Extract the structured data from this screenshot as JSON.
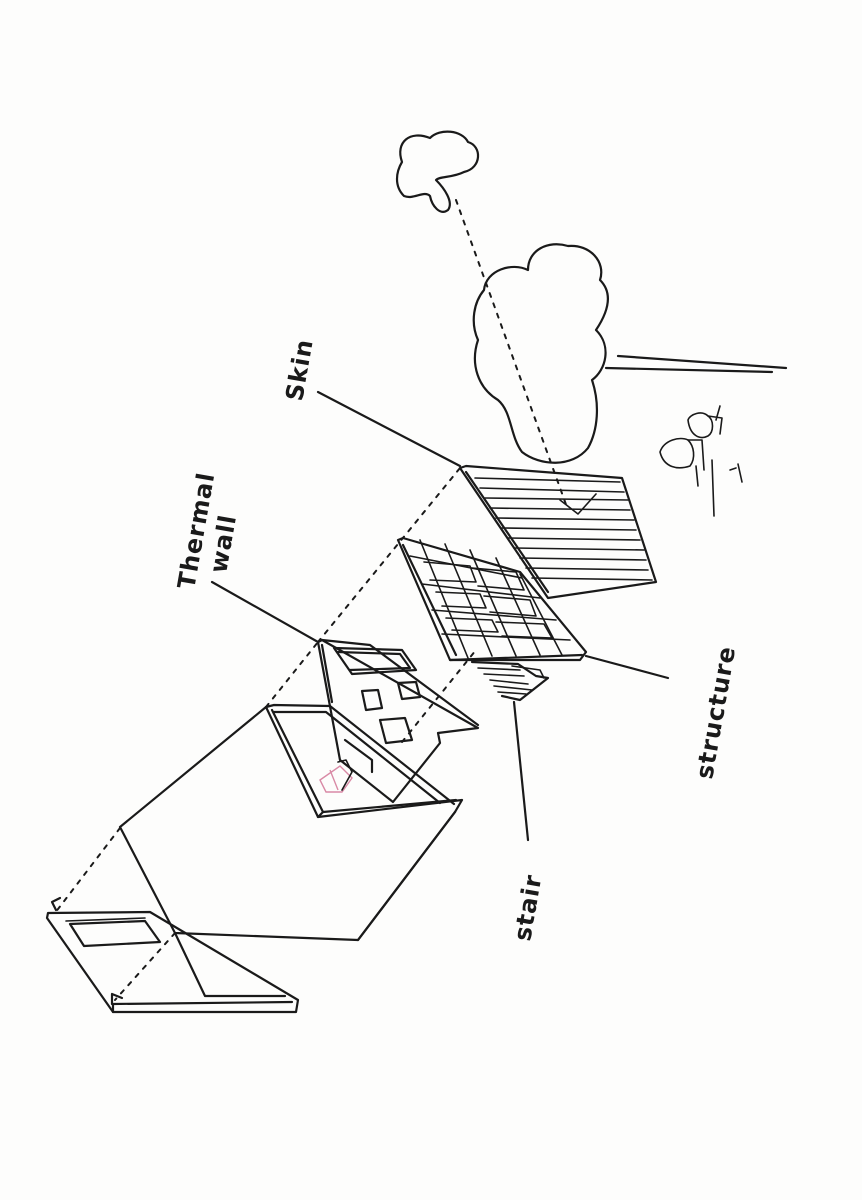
{
  "labels": {
    "skin": "Skin",
    "thermal_line1": "Thermal",
    "thermal_line2": "wall",
    "structure": "structure",
    "stair": "stair"
  },
  "colors": {
    "ink": "#1a1a1a",
    "accent_sketch": "#d98aa6",
    "paper": "#fdfdfc"
  }
}
